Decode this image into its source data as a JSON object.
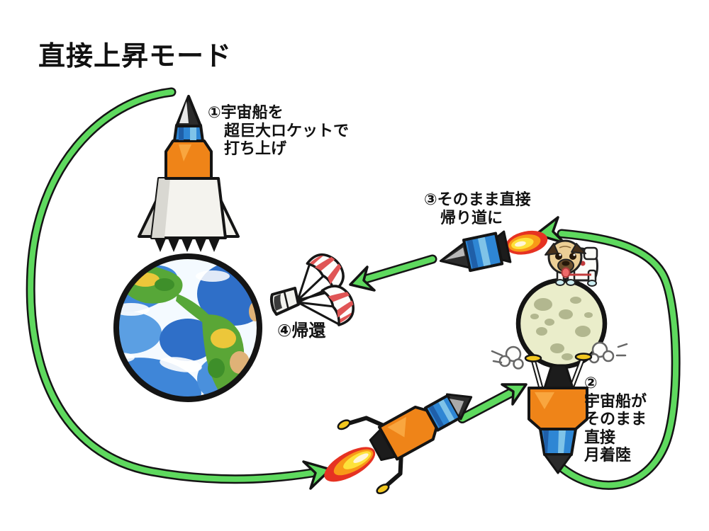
{
  "title": "直接上昇モード",
  "annotations": {
    "step1": {
      "lines": [
        "①宇宙船を",
        "超巨大ロケットで",
        "打ち上げ"
      ]
    },
    "step2": {
      "lines": [
        "②",
        "宇宙船が",
        "そのまま",
        "直接",
        "月着陸"
      ]
    },
    "step3": {
      "lines": [
        "③そのまま直接",
        "帰り道に"
      ]
    },
    "step4": {
      "lines": [
        "④帰還"
      ]
    }
  },
  "figures": {
    "launch_rocket": "super-giant-rocket-on-earth",
    "earth": "earth-globe",
    "moon": "moon-globe",
    "pug_astronaut": "pug-dog-astronaut-standing-on-moon",
    "moon_lander": "spacecraft-landed-directly-on-moon",
    "outbound_spacecraft": "spacecraft-flying-toward-moon",
    "return_spacecraft": "spacecraft-returning-with-flame",
    "parachute_capsule": "reentry-capsule-with-two-parachutes",
    "trajectory_left": "big-green-arrow-launch-loop",
    "trajectory_right": "big-green-arrow-return-loop",
    "arrow_to_moon": "green-arrow-toward-moon-landing",
    "arrow_to_splashdown": "green-arrow-toward-parachutes"
  },
  "colors": {
    "arrow_green": "#5ed95e",
    "ink_outline": "#141414",
    "rocket_orange": "#ef8418",
    "rocket_blue": "#2e86d4",
    "rocket_blue_dark": "#1f5fa8",
    "rocket_blue_light": "#7fc3e8",
    "rocket_white": "#f4f3ee",
    "nose_dark": "#2b2b2b",
    "flame_red": "#e63222",
    "flame_orange": "#f89a17",
    "flame_yellow": "#fde23a",
    "flame_core": "#fff6d8",
    "leg_pad_yellow": "#f2c71f",
    "earth_ocean": "#3f86d8",
    "earth_land_green": "#57a738",
    "earth_land_yellow": "#ecc73a",
    "earth_land_tan": "#dfb277",
    "moon_surface": "#eaedca",
    "moon_crater": "#a9ad85",
    "parachute_red": "#e05555",
    "pug_fur": "#eccf96",
    "pug_dark": "#46301a"
  }
}
